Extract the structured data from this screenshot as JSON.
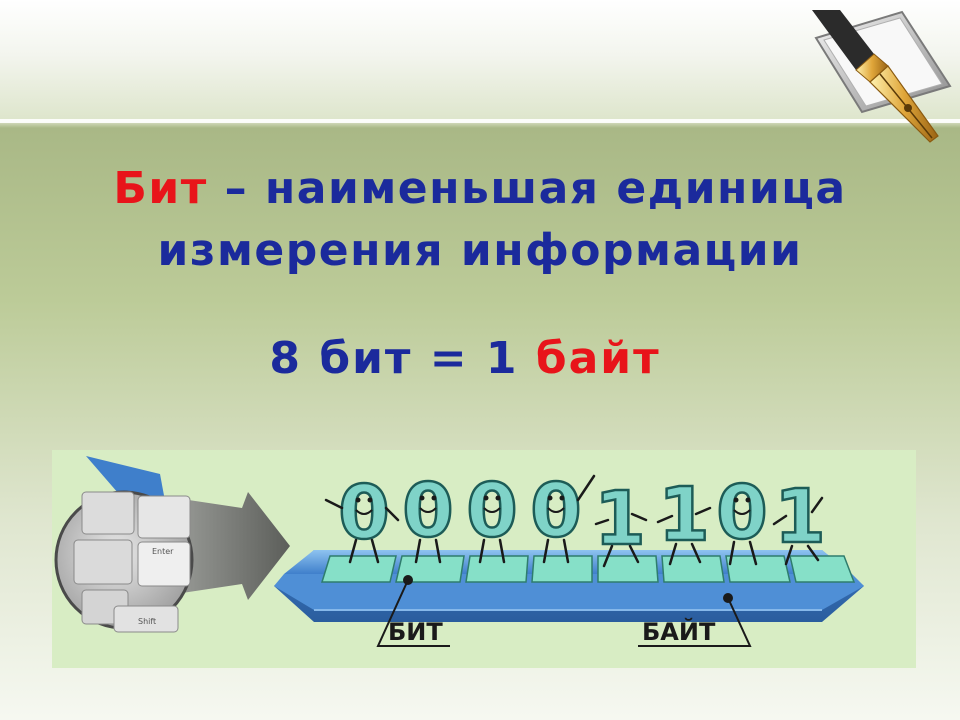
{
  "title": {
    "bit_word": "Бит",
    "rest_line1": " – наименьшая единица",
    "line2": "измерения информации"
  },
  "equation": {
    "left": "8 бит = 1 ",
    "right": "байт"
  },
  "illustration": {
    "digits": [
      "0",
      "0",
      "0",
      "0",
      "1",
      "1",
      "0",
      "1"
    ],
    "bit_label": "БИТ",
    "byte_label": "БАЙТ",
    "keyboard_keys": [
      "Enter",
      "Shift"
    ],
    "colors": {
      "digit_fill": "#7fd3c8",
      "digit_stroke": "#1d5c57",
      "belt": "#4f8fd6",
      "accent_red": "#e8141a",
      "text_blue": "#1b2a9c"
    }
  }
}
